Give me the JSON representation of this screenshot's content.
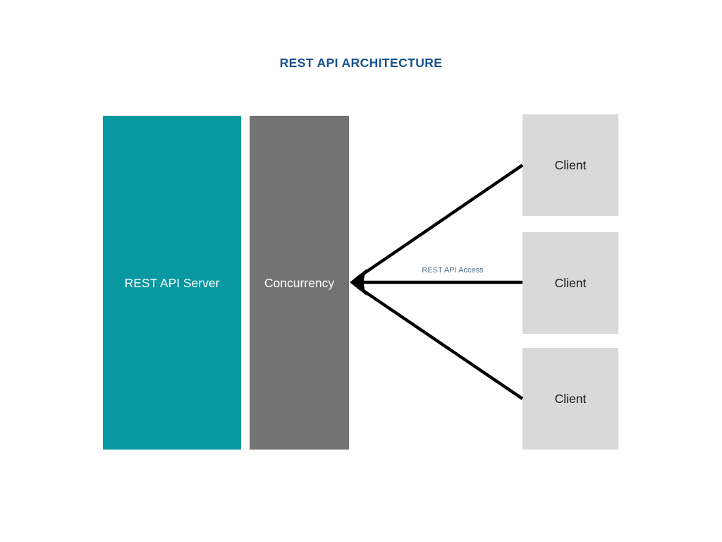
{
  "title": "REST API ARCHITECTURE",
  "theme": {
    "background": "#ffffff",
    "title_color": "#17528f",
    "server_color": "#0898a1",
    "concurrency_color": "#737373",
    "client_color": "#d9d9d9",
    "connector_color": "#000000",
    "connector_label_color": "#4a6e8a"
  },
  "nodes": {
    "server": {
      "label": "REST API Server"
    },
    "concurrency": {
      "label": "Concurrency"
    },
    "clients": [
      {
        "label": "Client"
      },
      {
        "label": "Client"
      },
      {
        "label": "Client"
      }
    ]
  },
  "connectors": {
    "label": "REST API Access"
  }
}
